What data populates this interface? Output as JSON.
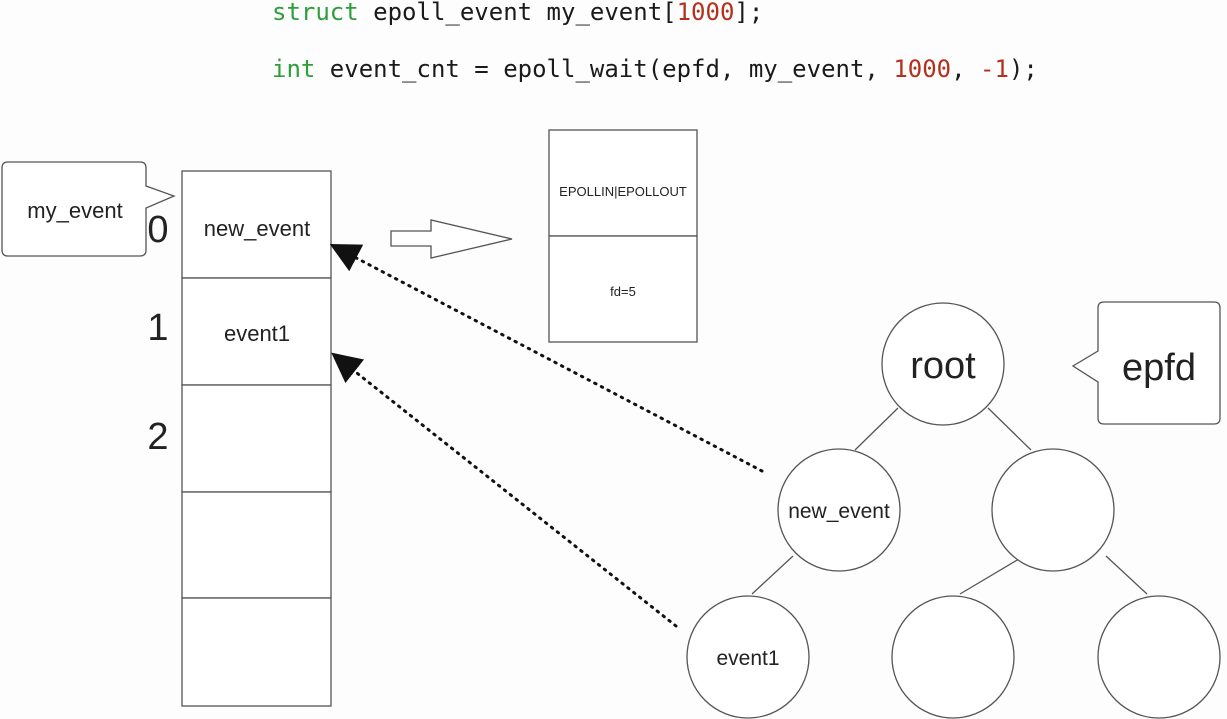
{
  "code": {
    "line1": {
      "keyword": "struct",
      "text_a": " epoll_event my_event[",
      "number": "1000",
      "text_b": "];"
    },
    "line2": {
      "keyword": "int",
      "text_a": " event_cnt = epoll_wait(epfd, my_event, ",
      "number1": "1000",
      "text_b": ", ",
      "number2": "-1",
      "text_c": ");"
    }
  },
  "array": {
    "callout_label": "my_event",
    "indices": [
      "0",
      "1",
      "2"
    ],
    "cells": [
      "new_event",
      "event1",
      "",
      "",
      ""
    ]
  },
  "event_struct": {
    "events_field": "EPOLLIN|EPOLLOUT",
    "fd_field": "fd=5"
  },
  "tree": {
    "callout_label": "epfd",
    "root": "root",
    "left_child": "new_event",
    "right_child": "",
    "left_left": "event1",
    "right_left": "",
    "right_right": ""
  },
  "colors": {
    "keyword": "#2e9e3b",
    "number": "#b5301c",
    "stroke": "#555555"
  }
}
